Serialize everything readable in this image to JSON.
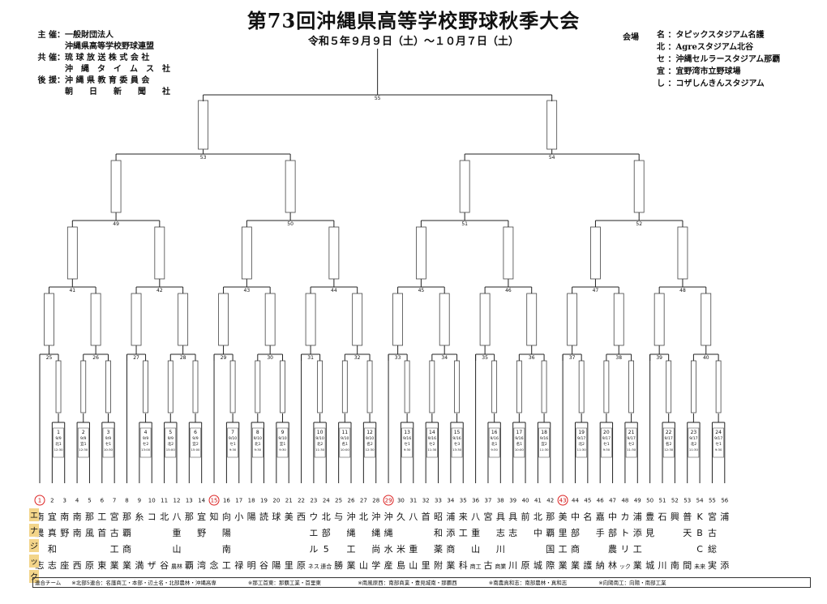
{
  "header": {
    "title": "第73回沖縄県高等学校野球秋季大会",
    "dates": "令和５年９月９日（土）～１０月７日（土）"
  },
  "organizers": {
    "host_label": "主 催：",
    "host_line1": "一般財団法人",
    "host_line2": "沖縄県高等学校野球連盟",
    "cohost_label": "共 催：",
    "cohost_line1": "琉 球 放 送 株 式 会 社",
    "cohost_line2": "沖　縄　タ　イ　ム　ス　社",
    "support_label": "後 援：",
    "support_line1": "沖 縄 県 教 育 委 員 会",
    "support_line2": "朝　　日　　新　　聞　　社"
  },
  "venues": {
    "label": "会場",
    "items": [
      "名 ：タピックスタジアム名護",
      "北 ：Agreスタジアム北谷",
      "セ ：沖縄セルラースタジアム那覇",
      "宜 ：宜野湾市立野球場",
      "し ：コザしんきんスタジアム"
    ]
  },
  "seeds": {
    "vertical_label": [
      "エ",
      "ナ",
      "ジ",
      "ッ",
      "ク"
    ],
    "circled": [
      "1",
      "15",
      "29",
      "43"
    ]
  },
  "teams": [
    {
      "no": "1",
      "chars": [
        "南",
        "農",
        "",
        "志"
      ]
    },
    {
      "no": "2",
      "chars": [
        "宜",
        "真",
        "和",
        "志"
      ]
    },
    {
      "no": "3",
      "chars": [
        "南",
        "野",
        "",
        "座"
      ]
    },
    {
      "no": "4",
      "chars": [
        "南",
        "南",
        "",
        "西"
      ]
    },
    {
      "no": "5",
      "chars": [
        "那",
        "風",
        "",
        "原"
      ]
    },
    {
      "no": "6",
      "chars": [
        "工",
        "首",
        "",
        "東"
      ]
    },
    {
      "no": "7",
      "chars": [
        "宮",
        "古",
        "工",
        "業"
      ]
    },
    {
      "no": "8",
      "chars": [
        "那",
        "覇",
        "商",
        "業"
      ]
    },
    {
      "no": "9",
      "chars": [
        "糸",
        "",
        "",
        "満"
      ]
    },
    {
      "no": "10",
      "chars": [
        "コ",
        "",
        "",
        "ザ"
      ]
    },
    {
      "no": "11",
      "chars": [
        "北",
        "",
        "",
        "谷"
      ]
    },
    {
      "no": "12",
      "chars": [
        "八",
        "重",
        "山",
        "農林"
      ]
    },
    {
      "no": "13",
      "chars": [
        "那",
        "",
        "",
        "覇"
      ]
    },
    {
      "no": "14",
      "chars": [
        "宜",
        "野",
        "",
        "湾"
      ]
    },
    {
      "no": "15",
      "chars": [
        "知",
        "",
        "",
        "念"
      ]
    },
    {
      "no": "16",
      "chars": [
        "向",
        "陽",
        "南",
        "工"
      ]
    },
    {
      "no": "17",
      "chars": [
        "小",
        "",
        "",
        "禄"
      ]
    },
    {
      "no": "18",
      "chars": [
        "陽",
        "",
        "",
        "明"
      ]
    },
    {
      "no": "19",
      "chars": [
        "読",
        "",
        "",
        "谷"
      ]
    },
    {
      "no": "20",
      "chars": [
        "球",
        "",
        "",
        "陽"
      ]
    },
    {
      "no": "21",
      "chars": [
        "美",
        "",
        "",
        "里"
      ]
    },
    {
      "no": "22",
      "chars": [
        "西",
        "",
        "",
        "原"
      ]
    },
    {
      "no": "23",
      "chars": [
        "ウ",
        "エ",
        "ル",
        "ネス"
      ]
    },
    {
      "no": "24",
      "chars": [
        "北",
        "部",
        "5",
        "連合"
      ]
    },
    {
      "no": "25",
      "chars": [
        "与",
        "",
        "",
        "勝"
      ]
    },
    {
      "no": "26",
      "chars": [
        "沖",
        "縄",
        "工",
        "業"
      ]
    },
    {
      "no": "27",
      "chars": [
        "北",
        "",
        "",
        "山"
      ]
    },
    {
      "no": "28",
      "chars": [
        "沖",
        "縄",
        "尚",
        "学"
      ]
    },
    {
      "no": "29",
      "chars": [
        "沖",
        "縄",
        "水",
        "産"
      ]
    },
    {
      "no": "30",
      "chars": [
        "久",
        "",
        "米",
        "島"
      ]
    },
    {
      "no": "31",
      "chars": [
        "八",
        "",
        "重",
        "山"
      ]
    },
    {
      "no": "32",
      "chars": [
        "首",
        "",
        "",
        "里"
      ]
    },
    {
      "no": "33",
      "chars": [
        "昭",
        "和",
        "薬",
        "附"
      ]
    },
    {
      "no": "34",
      "chars": [
        "浦",
        "添",
        "商",
        "業"
      ]
    },
    {
      "no": "35",
      "chars": [
        "来",
        "工",
        "",
        "科"
      ]
    },
    {
      "no": "36",
      "chars": [
        "八",
        "重",
        "山",
        "商工"
      ]
    },
    {
      "no": "37",
      "chars": [
        "宮",
        "",
        "",
        "古"
      ]
    },
    {
      "no": "38",
      "chars": [
        "具",
        "志",
        "川",
        "商業"
      ]
    },
    {
      "no": "39",
      "chars": [
        "具",
        "志",
        "",
        "川"
      ]
    },
    {
      "no": "40",
      "chars": [
        "前",
        "",
        "",
        "原"
      ]
    },
    {
      "no": "41",
      "chars": [
        "北",
        "中",
        "",
        "城"
      ]
    },
    {
      "no": "42",
      "chars": [
        "那",
        "覇",
        "国",
        "際"
      ]
    },
    {
      "no": "43",
      "chars": [
        "美",
        "里",
        "工",
        "業"
      ]
    },
    {
      "no": "44",
      "chars": [
        "中",
        "部",
        "商",
        "業"
      ]
    },
    {
      "no": "45",
      "chars": [
        "名",
        "",
        "",
        "護"
      ]
    },
    {
      "no": "46",
      "chars": [
        "嘉",
        "手",
        "",
        "納"
      ]
    },
    {
      "no": "47",
      "chars": [
        "中",
        "部",
        "農",
        "林"
      ]
    },
    {
      "no": "48",
      "chars": [
        "カ",
        "ト",
        "リ",
        "ック"
      ]
    },
    {
      "no": "49",
      "chars": [
        "浦",
        "添",
        "工",
        "業"
      ]
    },
    {
      "no": "50",
      "chars": [
        "豊",
        "見",
        "",
        "城"
      ]
    },
    {
      "no": "51",
      "chars": [
        "石",
        "",
        "",
        "川"
      ]
    },
    {
      "no": "52",
      "chars": [
        "興",
        "",
        "",
        "南"
      ]
    },
    {
      "no": "53",
      "chars": [
        "普",
        "天",
        "",
        "間"
      ]
    },
    {
      "no": "54",
      "chars": [
        "K",
        "B",
        "C",
        "未来"
      ]
    },
    {
      "no": "55",
      "chars": [
        "宮",
        "古",
        "総",
        "実"
      ]
    },
    {
      "no": "56",
      "chars": [
        "浦",
        "",
        "",
        "添"
      ]
    }
  ],
  "round1_games": [
    {
      "no": "1",
      "date": "9/9",
      "venue": "北1",
      "time": "12:30"
    },
    {
      "no": "2",
      "date": "9/9",
      "venue": "宜1",
      "time": "12:30"
    },
    {
      "no": "3",
      "date": "9/9",
      "venue": "セ1",
      "time": "10:30"
    },
    {
      "no": "4",
      "date": "9/9",
      "venue": "セ2",
      "time": "13:00"
    },
    {
      "no": "5",
      "date": "9/9",
      "venue": "北2",
      "time": "15:00"
    },
    {
      "no": "6",
      "date": "9/9",
      "venue": "宜2",
      "time": "15:00"
    },
    {
      "no": "7",
      "date": "9/10",
      "venue": "セ1",
      "time": "9:30"
    },
    {
      "no": "8",
      "date": "9/10",
      "venue": "北1",
      "time": "9:30"
    },
    {
      "no": "9",
      "date": "9/10",
      "venue": "宜1",
      "time": "9:30"
    },
    {
      "no": "10",
      "date": "9/10",
      "venue": "北2",
      "time": "11:30"
    },
    {
      "no": "11",
      "date": "9/10",
      "venue": "名1",
      "time": "10:00"
    },
    {
      "no": "12",
      "date": "9/10",
      "venue": "名2",
      "time": "12:30"
    },
    {
      "no": "13",
      "date": "9/16",
      "venue": "セ1",
      "time": "9:30"
    },
    {
      "no": "14",
      "date": "9/16",
      "venue": "セ2",
      "time": "11:30"
    },
    {
      "no": "15",
      "date": "9/16",
      "venue": "セ3",
      "time": "13:30"
    },
    {
      "no": "16",
      "date": "9/16",
      "venue": "北1",
      "time": "9:30"
    },
    {
      "no": "17",
      "date": "9/16",
      "venue": "名1",
      "time": "10:00"
    },
    {
      "no": "18",
      "date": "9/16",
      "venue": "宜2",
      "time": "11:30"
    },
    {
      "no": "19",
      "date": "9/17",
      "venue": "北2",
      "time": "11:30"
    },
    {
      "no": "20",
      "date": "9/17",
      "venue": "セ1",
      "time": "9:30"
    },
    {
      "no": "21",
      "date": "9/17",
      "venue": "セ2",
      "time": "11:30"
    },
    {
      "no": "22",
      "date": "9/17",
      "venue": "名2",
      "time": "12:30"
    },
    {
      "no": "23",
      "date": "9/17",
      "venue": "北2",
      "time": "11:30"
    },
    {
      "no": "24",
      "date": "9/17",
      "venue": "セ1",
      "time": "9:30"
    }
  ],
  "game_numbers": {
    "r2": [
      "25",
      "26",
      "27",
      "28",
      "29",
      "30",
      "31",
      "32",
      "33",
      "34",
      "35",
      "36",
      "37",
      "38",
      "39",
      "40"
    ],
    "r3": [
      "41",
      "42",
      "43",
      "44",
      "45",
      "46",
      "47",
      "48"
    ],
    "r4": [
      "49",
      "50",
      "51",
      "52"
    ],
    "sf": [
      "53",
      "54"
    ],
    "final": "55"
  },
  "footer": "連合チーム　　※北部5連合：名護商工・本部・辺土名・北部農林・沖縄高専　　　　　　※那工首東：那覇工業・首里東　　　　　　　※南風原西：南部商業・豊見城南・那覇西　　　　　　※南農真和志：南部農林・真和志　　　　　　※向陽南工：向陽・南部工業"
}
